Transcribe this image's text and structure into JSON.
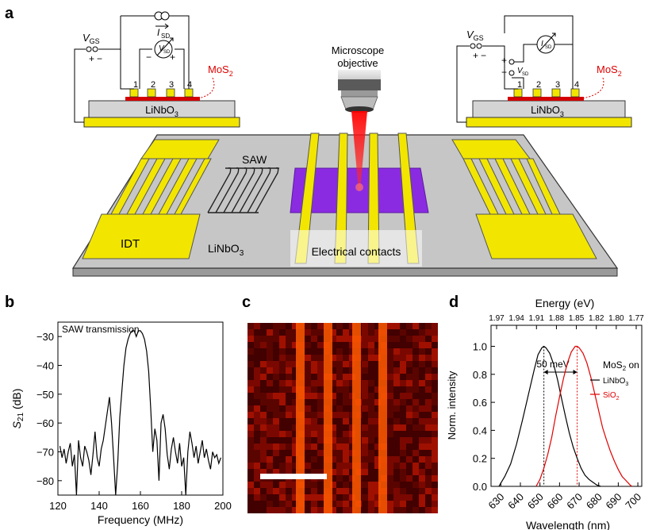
{
  "panel_a": {
    "letter": "a",
    "left_circuit": {
      "v_gs": "V",
      "v_gs_sub": "GS",
      "plus": "+",
      "minus": "−",
      "i_sd": "I",
      "i_sd_sub": "SD",
      "v_sd": "V",
      "v_sd_sub": "SD",
      "contacts": [
        "1",
        "2",
        "3",
        "4"
      ],
      "substrate": "LiNbO",
      "substrate_sub": "3",
      "mos2": "MoS",
      "mos2_sub": "2"
    },
    "right_circuit": {
      "v_gs": "V",
      "v_gs_sub": "GS",
      "plus": "+",
      "minus": "−",
      "i_sd": "I",
      "i_sd_sub": "SD",
      "v_sd": "V",
      "v_sd_sub": "SD",
      "contacts": [
        "1",
        "2",
        "3",
        "4"
      ],
      "substrate": "LiNbO",
      "substrate_sub": "3",
      "mos2": "MoS",
      "mos2_sub": "2"
    },
    "microscope_label_1": "Microscope",
    "microscope_label_2": "objective",
    "saw_label": "SAW",
    "idt_label": "IDT",
    "chip_label": "LiNbO",
    "chip_label_sub": "3",
    "contacts_label": "Electrical contacts"
  },
  "panel_b": {
    "letter": "b",
    "inset_label": "SAW transmission",
    "colors": {
      "trace": "#000000"
    },
    "chart_data": {
      "type": "line",
      "title": "",
      "xlabel": "Frequency (MHz)",
      "ylabel_main": "S",
      "ylabel_sub": "21",
      "ylabel_unit": " (dB)",
      "xlim": [
        120,
        200
      ],
      "ylim": [
        -85,
        -25
      ],
      "xticks": [
        120,
        140,
        160,
        180,
        200
      ],
      "yticks": [
        -30,
        -40,
        -50,
        -60,
        -70,
        -80
      ],
      "series": [
        {
          "x": [
            121,
            122,
            123,
            124,
            125,
            126,
            127,
            128,
            129,
            130,
            131,
            132,
            133,
            134,
            135,
            136,
            137,
            138,
            139,
            140,
            141,
            142,
            143,
            144,
            145,
            146,
            147,
            148,
            149,
            150,
            151,
            152,
            153,
            154,
            155,
            156,
            157,
            158,
            159,
            160,
            161,
            162,
            163,
            164,
            165,
            166,
            167,
            168,
            169,
            170,
            171,
            172,
            173,
            174,
            175,
            176,
            177,
            178,
            179,
            180,
            181,
            182,
            183,
            184,
            185,
            186,
            187,
            188,
            189,
            190,
            191,
            192,
            193,
            194,
            195,
            196,
            197,
            198,
            199
          ],
          "y": [
            -68,
            -72,
            -69,
            -74,
            -70,
            -67,
            -75,
            -71,
            -85,
            -66,
            -72,
            -75,
            -68,
            -70,
            -73,
            -78,
            -71,
            -63,
            -72,
            -75,
            -69,
            -66,
            -61,
            -56,
            -51,
            -60,
            -72,
            -85,
            -74,
            -58,
            -49,
            -40,
            -34,
            -31,
            -29,
            -28,
            -28,
            -30,
            -28,
            -28,
            -29,
            -31,
            -35,
            -42,
            -55,
            -70,
            -62,
            -66,
            -80,
            -60,
            -57,
            -62,
            -71,
            -76,
            -69,
            -65,
            -70,
            -74,
            -67,
            -75,
            -72,
            -85,
            -70,
            -63,
            -67,
            -72,
            -68,
            -74,
            -70,
            -66,
            -72,
            -69,
            -73,
            -76,
            -70,
            -72,
            -71,
            -74,
            -72
          ]
        }
      ]
    }
  },
  "panel_c": {
    "letter": "c",
    "colors": {
      "background": "#4a0000",
      "stripe": "#ff5a00",
      "scalebar": "#ffffff"
    }
  },
  "panel_d": {
    "letter": "d",
    "top_axis_label": "Energy (eV)",
    "top_ticks": [
      "1.97",
      "1.94",
      "1.91",
      "1.88",
      "1.85",
      "1.82",
      "1.80",
      "1.77"
    ],
    "annotation": "50 meV",
    "legend_title": "MoS",
    "legend_title_sub": "2",
    "legend_title_suffix": " on",
    "colors": {
      "linbo3": "#000000",
      "sio2": "#e00000"
    },
    "chart_data": {
      "type": "line",
      "title": "",
      "xlabel": "Wavelength (nm)",
      "ylabel": "Norm. intensity",
      "xlim": [
        625,
        702
      ],
      "ylim": [
        0,
        1.15
      ],
      "xticks": [
        630,
        640,
        650,
        660,
        670,
        680,
        690,
        700
      ],
      "yticks": [
        0.0,
        0.2,
        0.4,
        0.6,
        0.8,
        1.0
      ],
      "series": [
        {
          "name": "LiNbO3",
          "name_main": "LiNbO",
          "name_sub": "3",
          "x": [
            629,
            632,
            635,
            638,
            641,
            644,
            647,
            649,
            651,
            652,
            653,
            655,
            657,
            659,
            661,
            663,
            665,
            667,
            669,
            671,
            673,
            675,
            677,
            679,
            681
          ],
          "y": [
            0.0,
            0.07,
            0.16,
            0.3,
            0.47,
            0.65,
            0.83,
            0.94,
            0.99,
            1.0,
            0.99,
            0.95,
            0.87,
            0.76,
            0.63,
            0.5,
            0.38,
            0.28,
            0.2,
            0.13,
            0.08,
            0.05,
            0.03,
            0.01,
            0.0
          ]
        },
        {
          "name": "SiO2",
          "name_main": "SiO",
          "name_sub": "2",
          "x": [
            648,
            650,
            652,
            654,
            656,
            658,
            660,
            662,
            664,
            666,
            668,
            669,
            670,
            672,
            674,
            676,
            678,
            680,
            682,
            684,
            686,
            688,
            690,
            692,
            694,
            696,
            697
          ],
          "y": [
            0.0,
            0.05,
            0.13,
            0.23,
            0.35,
            0.5,
            0.64,
            0.77,
            0.88,
            0.96,
            1.0,
            1.0,
            0.99,
            0.95,
            0.88,
            0.78,
            0.66,
            0.54,
            0.42,
            0.33,
            0.25,
            0.18,
            0.12,
            0.07,
            0.04,
            0.01,
            0.0
          ]
        }
      ]
    }
  }
}
